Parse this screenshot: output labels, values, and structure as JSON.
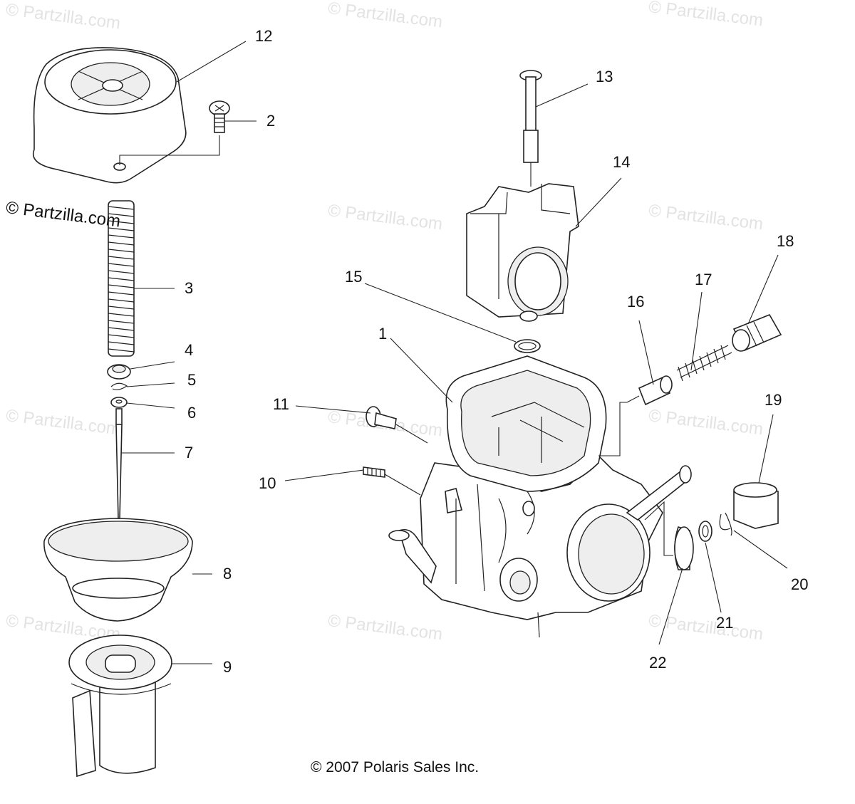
{
  "watermark": "© Partzilla.com",
  "copyright": "© 2007 Polaris Sales Inc.",
  "callouts": {
    "c1": "1",
    "c2": "2",
    "c3": "3",
    "c4": "4",
    "c5": "5",
    "c6": "6",
    "c7": "7",
    "c8": "8",
    "c9": "9",
    "c10": "10",
    "c11": "11",
    "c12": "12",
    "c13": "13",
    "c14": "14",
    "c15": "15",
    "c16": "16",
    "c17": "17",
    "c18": "18",
    "c19": "19",
    "c20": "20",
    "c21": "21",
    "c22": "22"
  }
}
